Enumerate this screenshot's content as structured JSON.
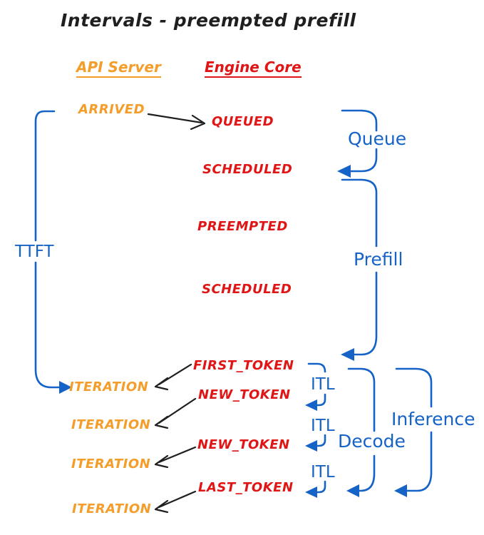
{
  "title": "Intervals - preempted prefill",
  "colors": {
    "blue": "#1663c7",
    "orange": "#f49d2a",
    "red": "#e01616",
    "ink": "#1f1f1f"
  },
  "api_server": {
    "header": "API Server",
    "events": [
      "ARRIVED",
      "ITERATION",
      "ITERATION",
      "ITERATION",
      "ITERATION"
    ]
  },
  "engine_core": {
    "header": "Engine Core",
    "events": [
      "QUEUED",
      "SCHEDULED",
      "PREEMPTED",
      "SCHEDULED",
      "FIRST_TOKEN",
      "NEW_TOKEN",
      "NEW_TOKEN",
      "LAST_TOKEN"
    ]
  },
  "intervals": {
    "ttft": "TTFT",
    "queue": "Queue",
    "prefill": "Prefill",
    "itl": "ITL",
    "decode": "Decode",
    "inference": "Inference"
  }
}
